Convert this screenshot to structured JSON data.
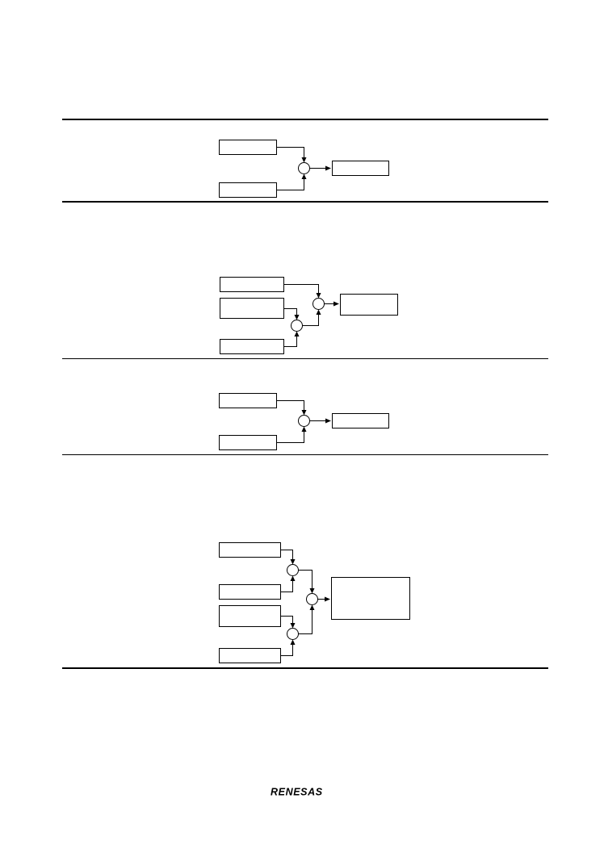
{
  "footer": {
    "logo_text": "RENESAS"
  },
  "diagrams": [
    {
      "name": "two-input-single-node",
      "boxes": 3,
      "nodes": 1
    },
    {
      "name": "three-input-two-nodes",
      "boxes": 4,
      "nodes": 2
    },
    {
      "name": "two-input-single-node",
      "boxes": 3,
      "nodes": 1
    },
    {
      "name": "four-input-three-nodes",
      "boxes": 5,
      "nodes": 3
    }
  ],
  "colors": {
    "ink": "#000000",
    "paper": "#ffffff"
  }
}
